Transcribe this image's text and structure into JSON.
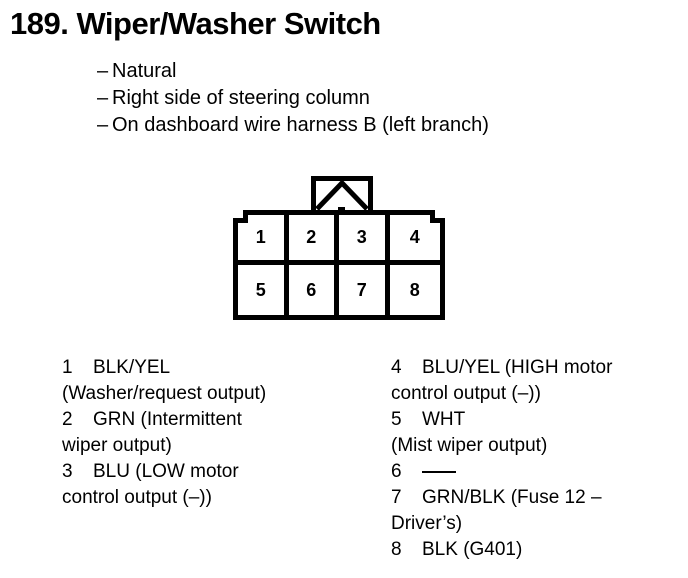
{
  "header": {
    "title": "189. Wiper/Washer Switch",
    "specs": [
      {
        "dash": "–",
        "text": "Natural"
      },
      {
        "dash": "–",
        "text": "Right side of steering column"
      },
      {
        "dash": "–",
        "text": "On dashboard wire harness B (left branch)"
      }
    ]
  },
  "connector": {
    "name": "8-pin connector",
    "pin_labels": [
      "1",
      "2",
      "3",
      "4",
      "5",
      "6",
      "7",
      "8"
    ],
    "latch": "locking-tab",
    "colors": {
      "outline": "#000000",
      "fill": "#ffffff"
    }
  },
  "legend": {
    "left": [
      {
        "pin": "1",
        "line1": "BLK/YEL",
        "line2": "(Washer/request output)"
      },
      {
        "pin": "2",
        "line1": "GRN (Intermittent",
        "line2": "wiper output)"
      },
      {
        "pin": "3",
        "line1": "BLU (LOW motor",
        "line2": "control output (–))"
      }
    ],
    "right": [
      {
        "pin": "4",
        "line1": "BLU/YEL (HIGH motor",
        "line2": "control output (–))"
      },
      {
        "pin": "5",
        "line1": "WHT",
        "line2": "(Mist wiper output)"
      },
      {
        "pin": "6",
        "line1": "",
        "line2": "",
        "blank": true
      },
      {
        "pin": "7",
        "line1": "GRN/BLK (Fuse 12 –",
        "line2": "Driver’s)"
      },
      {
        "pin": "8",
        "line1": "BLK (G401)",
        "line2": ""
      }
    ]
  }
}
